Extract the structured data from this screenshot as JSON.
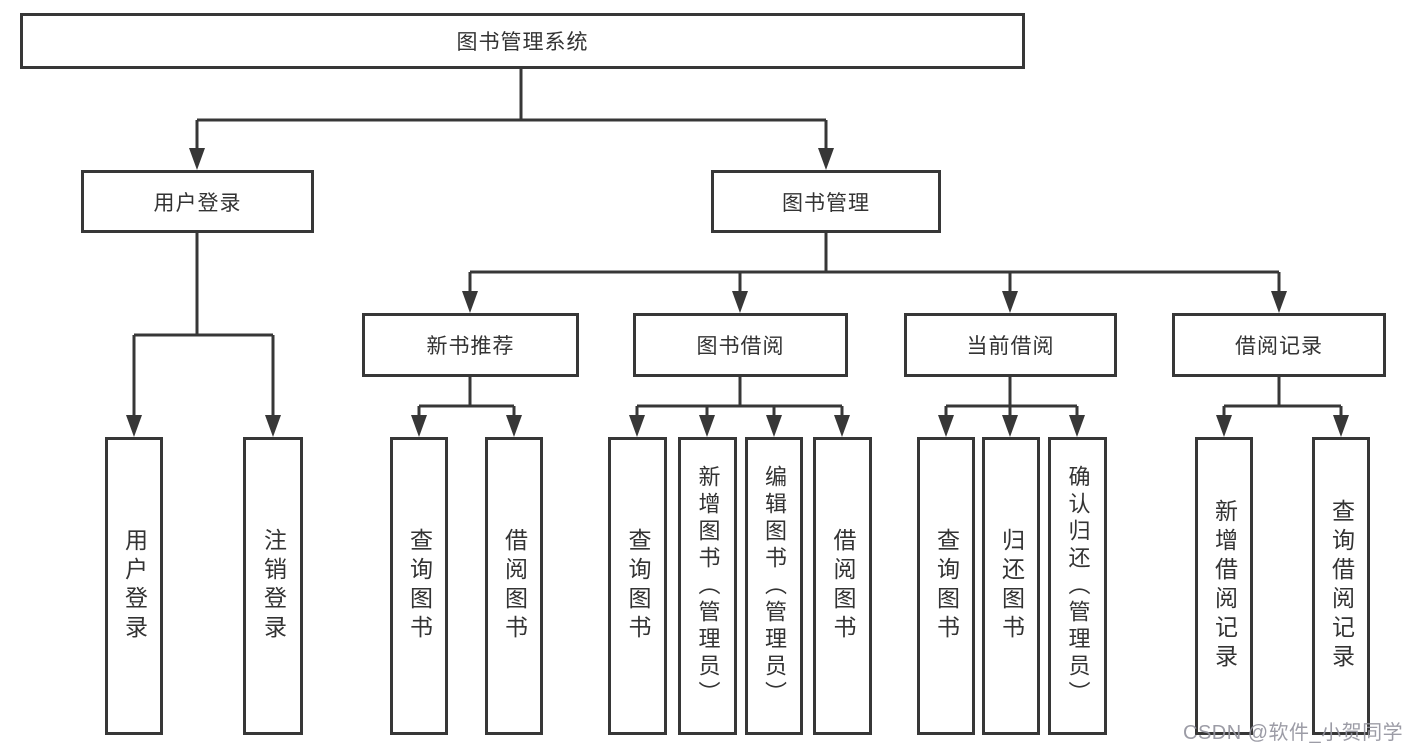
{
  "tree": {
    "label": "图书管理系统",
    "children": [
      {
        "label": "用户登录",
        "children": [
          {
            "label": "用户登录"
          },
          {
            "label": "注销登录"
          }
        ]
      },
      {
        "label": "图书管理",
        "children": [
          {
            "label": "新书推荐",
            "children": [
              {
                "label": "查询图书"
              },
              {
                "label": "借阅图书"
              }
            ]
          },
          {
            "label": "图书借阅",
            "children": [
              {
                "label": "查询图书"
              },
              {
                "label": "新增图书（管理员）"
              },
              {
                "label": "编辑图书（管理员）"
              },
              {
                "label": "借阅图书"
              }
            ]
          },
          {
            "label": "当前借阅",
            "children": [
              {
                "label": "查询图书"
              },
              {
                "label": "归还图书"
              },
              {
                "label": "确认归还（管理员）"
              }
            ]
          },
          {
            "label": "借阅记录",
            "children": [
              {
                "label": "新增借阅记录"
              },
              {
                "label": "查询借阅记录"
              }
            ]
          }
        ]
      }
    ]
  },
  "watermark": {
    "text": "CSDN @软件_小贺同学"
  },
  "colors": {
    "line": "#373737",
    "text": "#333333",
    "watermark": "#94949e",
    "background": "#ffffff"
  }
}
